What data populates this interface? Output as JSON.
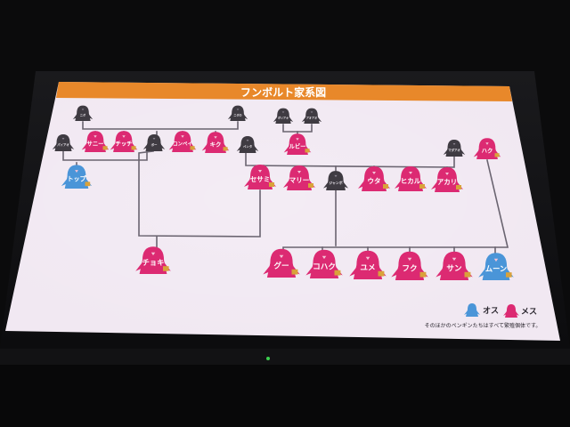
{
  "title": "フンボルト家系図",
  "colors": {
    "banner": "#e8882a",
    "screen": "#f1e8f2",
    "line": "#6a6470",
    "male": "#4a95d8",
    "female": "#dc2a72",
    "deceased": "#3f3b42",
    "dark_text": "#e8e4ea",
    "light_text": "#ffffff"
  },
  "penguins": [
    {
      "id": "a1",
      "label": "ニダ",
      "status": "deceased"
    },
    {
      "id": "a2",
      "label": "ニダの",
      "status": "deceased"
    },
    {
      "id": "a3",
      "label": "ポリアキ",
      "status": "deceased"
    },
    {
      "id": "a4",
      "label": "アオアオ",
      "status": "deceased"
    },
    {
      "id": "b1",
      "label": "パイアオ",
      "status": "deceased"
    },
    {
      "id": "b2",
      "label": "サニー",
      "status": "female"
    },
    {
      "id": "b3",
      "label": "チッチ",
      "status": "female"
    },
    {
      "id": "b4",
      "label": "ボー",
      "status": "deceased"
    },
    {
      "id": "b5",
      "label": "コンペイ",
      "status": "female"
    },
    {
      "id": "b6",
      "label": "キク",
      "status": "female"
    },
    {
      "id": "b7",
      "label": "ペンタ",
      "status": "deceased"
    },
    {
      "id": "b8",
      "label": "ルビー",
      "status": "female"
    },
    {
      "id": "b9",
      "label": "マダアオ",
      "status": "deceased"
    },
    {
      "id": "b10",
      "label": "ハク",
      "status": "female"
    },
    {
      "id": "c1",
      "label": "トップ",
      "status": "male"
    },
    {
      "id": "c2",
      "label": "セサミ",
      "status": "female"
    },
    {
      "id": "c3",
      "label": "マリー",
      "status": "female"
    },
    {
      "id": "c4",
      "label": "ジャンボ",
      "status": "deceased"
    },
    {
      "id": "c5",
      "label": "ウタ",
      "status": "female"
    },
    {
      "id": "c6",
      "label": "ヒカル",
      "status": "female"
    },
    {
      "id": "c7",
      "label": "アカリ",
      "status": "female"
    },
    {
      "id": "d1",
      "label": "チョキ",
      "status": "female"
    },
    {
      "id": "d2",
      "label": "グー",
      "status": "female"
    },
    {
      "id": "d3",
      "label": "コハク",
      "status": "female"
    },
    {
      "id": "d4",
      "label": "ユメ",
      "status": "female"
    },
    {
      "id": "d5",
      "label": "フク",
      "status": "female"
    },
    {
      "id": "d6",
      "label": "サン",
      "status": "female"
    },
    {
      "id": "d7",
      "label": "ムーン",
      "status": "male"
    }
  ],
  "legend": {
    "male": "オス",
    "female": "メス"
  },
  "note": "そのほかのペンギンたちはすべて繁殖個体です。"
}
